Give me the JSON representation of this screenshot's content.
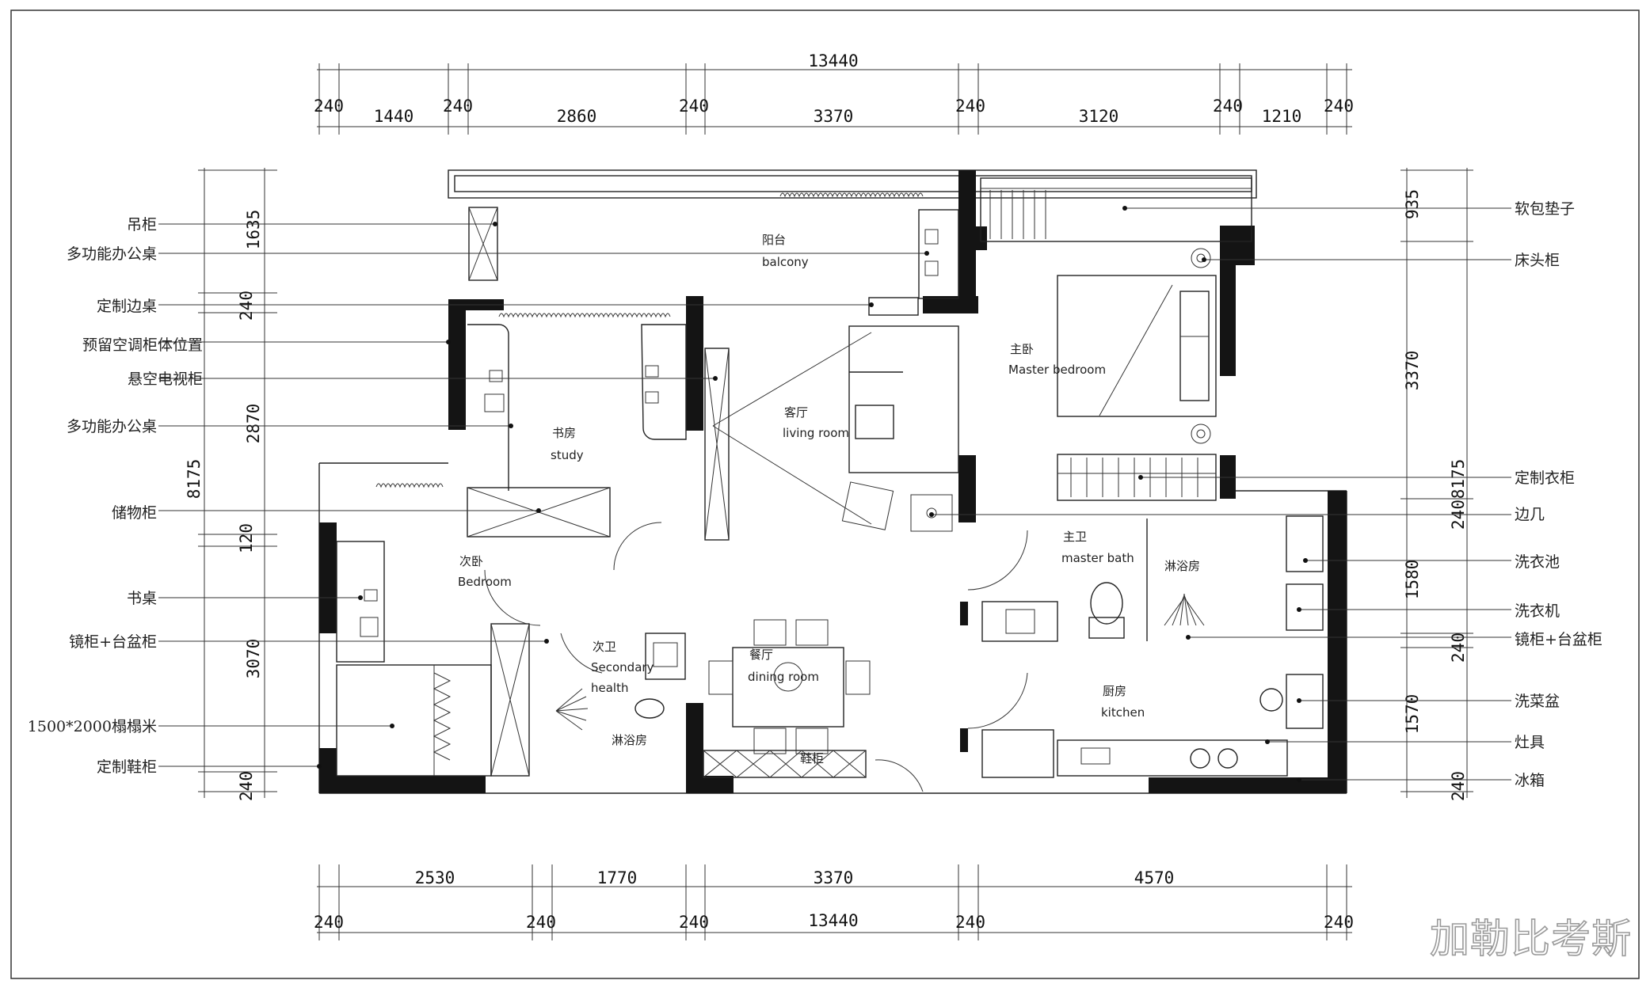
{
  "dimensions": {
    "top_total": "13440",
    "top_segments": [
      "240",
      "1440",
      "240",
      "2860",
      "240",
      "3370",
      "240",
      "3120",
      "240",
      "1210",
      "240"
    ],
    "bottom_segments": [
      "2530",
      "1770",
      "3370",
      "4570"
    ],
    "bottom_walls": [
      "240",
      "240",
      "240",
      "240",
      "240"
    ],
    "bottom_total": "13440",
    "left_total": "8175",
    "left_segments": [
      "1635",
      "240",
      "2870",
      "120",
      "3070",
      "240"
    ],
    "right_total": "8175",
    "right_segments": [
      "935",
      "3370",
      "240",
      "1580",
      "240",
      "1570",
      "240"
    ]
  },
  "left_labels": [
    "吊柜",
    "多功能办公桌",
    "定制边桌",
    "预留空调柜体位置",
    "悬空电视柜",
    "多功能办公桌",
    "储物柜",
    "书桌",
    "镜柜+台盆柜",
    "1500*2000榻榻米",
    "定制鞋柜"
  ],
  "right_labels": [
    "软包垫子",
    "床头柜",
    "定制衣柜",
    "边几",
    "洗衣池",
    "洗衣机",
    "镜柜+台盆柜",
    "洗菜盆",
    "灶具",
    "冰箱"
  ],
  "rooms": {
    "balcony": {
      "cn": "阳台",
      "en": "balcony"
    },
    "study": {
      "cn": "书房",
      "en": "study"
    },
    "living": {
      "cn": "客厅",
      "en": "living  room"
    },
    "master": {
      "cn": "主卧",
      "en": "Master  bedroom"
    },
    "master_bath": {
      "cn": "主卫",
      "en": "master  bath"
    },
    "shower1": {
      "cn": "淋浴房"
    },
    "bedroom": {
      "cn": "次卧",
      "en": "Bedroom"
    },
    "secondary": {
      "cn": "次卫",
      "en": "Secondary",
      "en2": "health"
    },
    "shower2": {
      "cn": "淋浴房"
    },
    "dining": {
      "cn": "餐厅",
      "en": "dining  room"
    },
    "kitchen": {
      "cn": "厨房",
      "en": "kitchen"
    },
    "cabinet": {
      "cn": "鞋柜"
    }
  },
  "watermark": "加勒比考斯"
}
